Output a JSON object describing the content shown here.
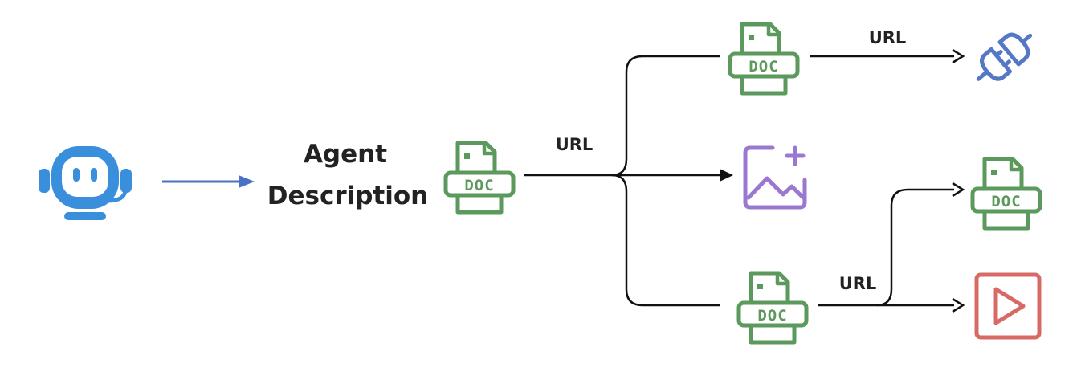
{
  "labels": {
    "agent_description_line1": "Agent",
    "agent_description_line2": "Description",
    "url": "URL",
    "doc": "DOC"
  },
  "icons": {
    "agent": "robot-headset-icon",
    "document": "doc-file-icon",
    "plugin": "plug-icon",
    "image": "image-add-icon",
    "video": "video-play-icon"
  },
  "colors": {
    "agent": "#3a8fdd",
    "arrow_blue": "#4a72c4",
    "doc": "#5b9a5c",
    "plug": "#5577c6",
    "image": "#9a78d0",
    "video": "#d86a66",
    "line": "#111111"
  }
}
